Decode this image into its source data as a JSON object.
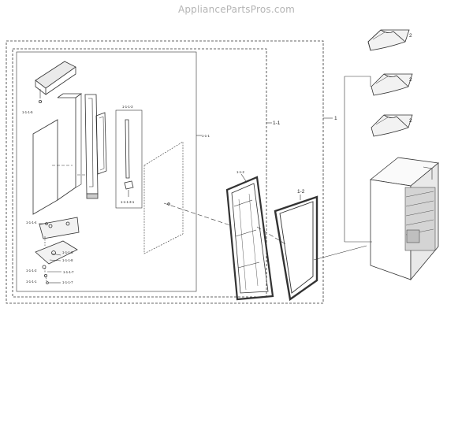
{
  "watermark": "AppliancePartsPros.com",
  "callouts": {
    "c1": "1",
    "c1_1": "1-1",
    "c1_1_1": "1-1-1",
    "c1_1_2": "1-1-2",
    "c1_2": "1-2",
    "c2a": "2",
    "c2b": "2",
    "c2c": "2",
    "c1_1_1_3": "1-1-1-3",
    "c1_1_1_3_1": "1-1-1-3-1",
    "c1_1_1_5": "1-1-1-5",
    "c1_1_1_4": "1-1-1-4",
    "c1_1_1_6": "1-1-1-6",
    "c1_1_1_8": "1-1-1-8",
    "c1_1_1_2": "1-1-1-2",
    "c1_1_1_7a": "1-1-1-7",
    "c1_1_1_7b": "1-1-1-7",
    "c1_1_1_1": "1-1-1-1"
  },
  "colors": {
    "line": "#333333",
    "frame": "#444444",
    "watermark": "#b4b4b4"
  }
}
